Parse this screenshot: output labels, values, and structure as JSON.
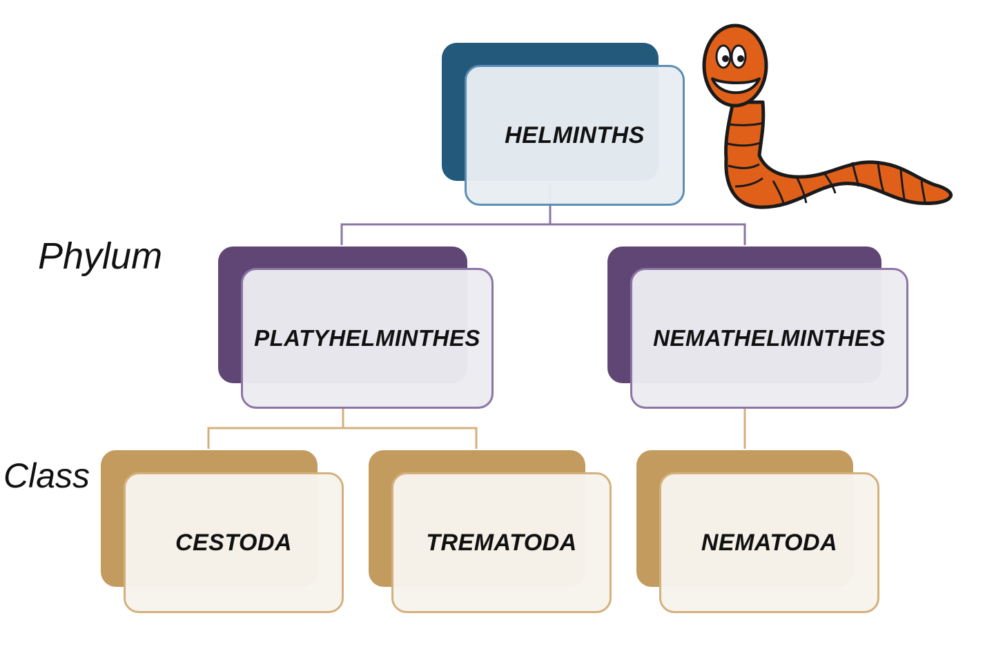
{
  "levels": {
    "phylum": "Phylum",
    "class": "Class"
  },
  "root": {
    "label": "HELMINTHS"
  },
  "phyla": [
    {
      "label": "PLATYHELMINTHES"
    },
    {
      "label": "NEMATHELMINTHES"
    }
  ],
  "classes": [
    {
      "label": "CESTODA"
    },
    {
      "label": "TREMATODA"
    },
    {
      "label": "NEMATODA"
    }
  ],
  "colors": {
    "root_back": "#235a7c",
    "root_front_fill": "#e8edf2",
    "root_border": "#5b8db4",
    "phylum_back": "#5f4675",
    "phylum_front_fill": "#ecebf1",
    "phylum_border": "#8a74a4",
    "class_back": "#c39b5e",
    "class_front_fill": "#f7f4ed",
    "class_border": "#d4b07c",
    "worm_body": "#e0601a",
    "worm_outline": "#1a1a1a"
  },
  "icons": {
    "mascot": "worm-cartoon-icon"
  }
}
